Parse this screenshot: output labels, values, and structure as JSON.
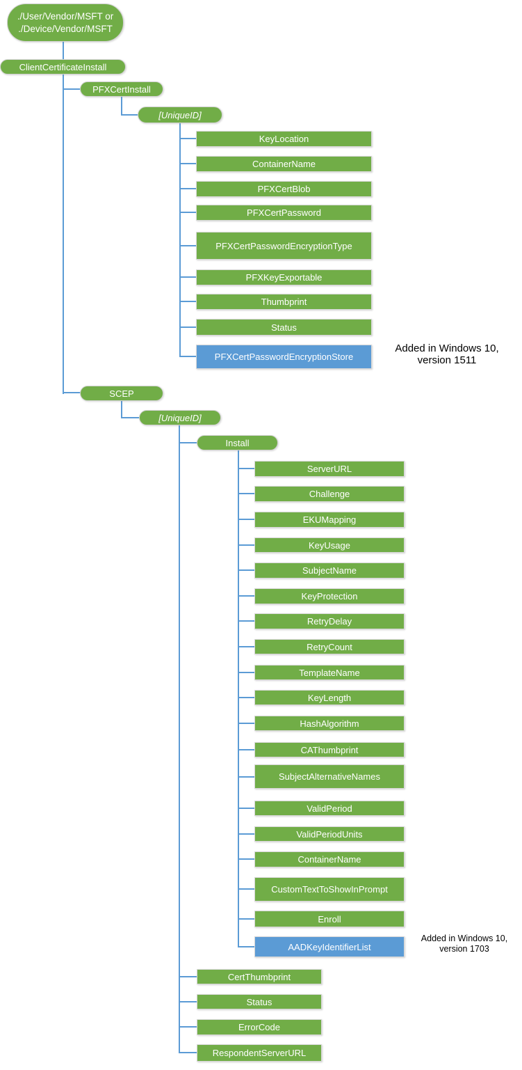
{
  "colors": {
    "node_green": "#71AD47",
    "node_blue": "#5B9BD5",
    "connector_blue": "#5B9BD5",
    "box_border": "#D9D9D9",
    "node_text": "#FFFFFF",
    "annotation_text": "#000000"
  },
  "tree": {
    "root": {
      "line1": "./User/Vendor/MSFT or",
      "line2": "./Device/Vendor/MSFT"
    },
    "level1": {
      "label": "ClientCertificateInstall"
    },
    "pfx": {
      "label": "PFXCertInstall",
      "unique_id": {
        "label": "[UniqueID]"
      },
      "children": [
        "KeyLocation",
        "ContainerName",
        "PFXCertBlob",
        "PFXCertPassword",
        "PFXCertPasswordEncryptionType",
        "PFXKeyExportable",
        "Thumbprint",
        "Status",
        "PFXCertPasswordEncryptionStore"
      ]
    },
    "scep": {
      "label": "SCEP",
      "unique_id": {
        "label": "[UniqueID]"
      },
      "install": {
        "label": "Install",
        "children": [
          "ServerURL",
          "Challenge",
          "EKUMapping",
          "KeyUsage",
          "SubjectName",
          "KeyProtection",
          "RetryDelay",
          "RetryCount",
          "TemplateName",
          "KeyLength",
          "HashAlgorithm",
          "CAThumbprint",
          "SubjectAlternativeNames",
          "ValidPeriod",
          "ValidPeriodUnits",
          "ContainerName",
          "CustomTextToShowInPrompt",
          "Enroll",
          "AADKeyIdentifierList"
        ]
      },
      "children": [
        "CertThumbprint",
        "Status",
        "ErrorCode",
        "RespondentServerURL"
      ]
    },
    "annotations": [
      {
        "line1": "Added in Windows 10,",
        "line2": "version 1511"
      },
      {
        "line1": "Added in Windows 10,",
        "line2": "version 1703"
      }
    ]
  }
}
